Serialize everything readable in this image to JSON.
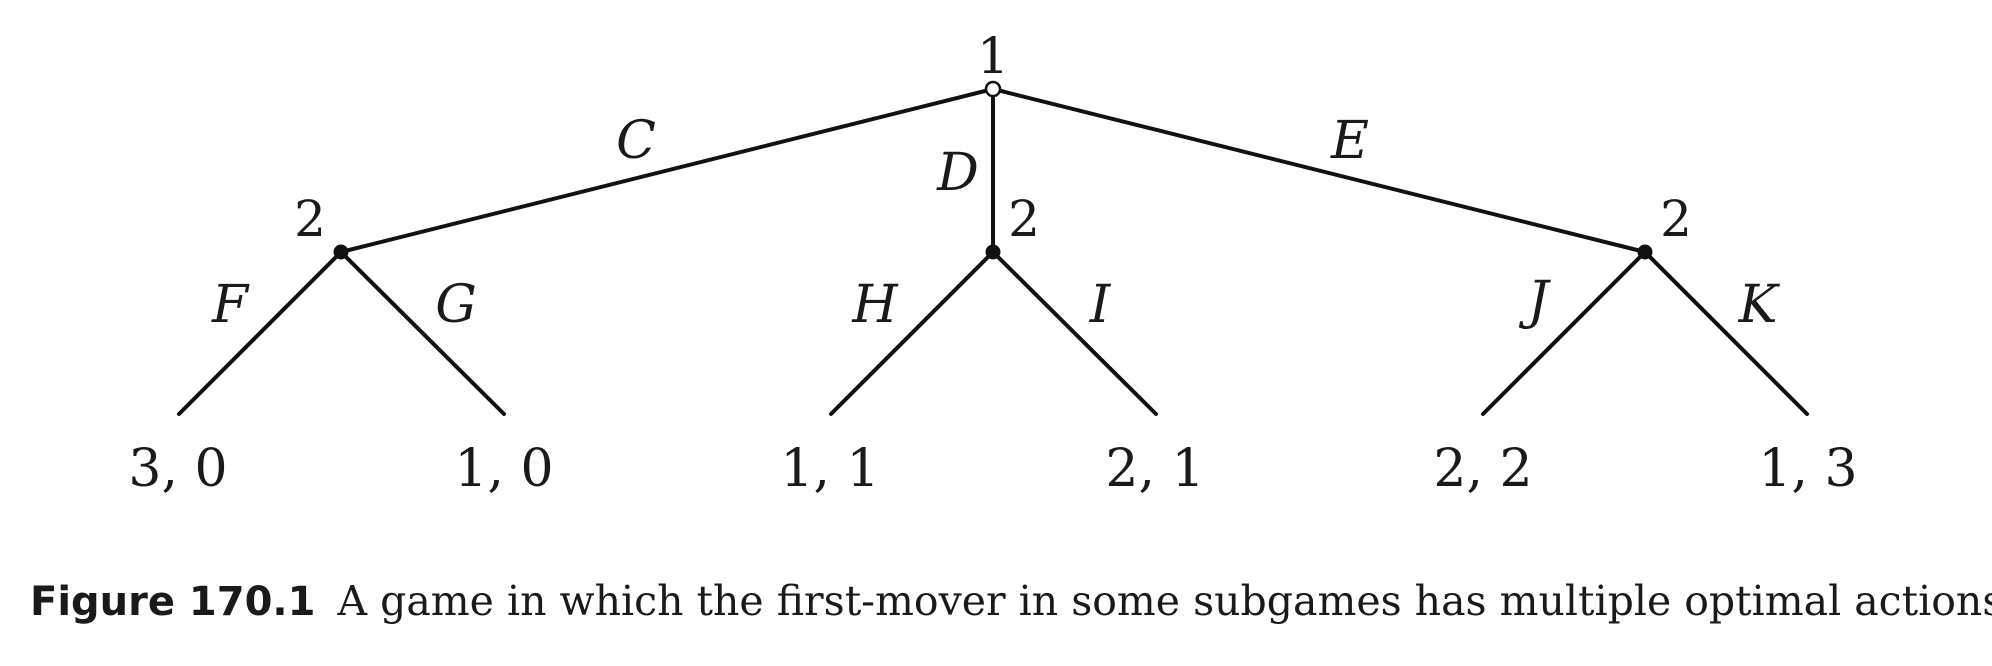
{
  "root": {
    "player": "1"
  },
  "moves": [
    {
      "action": "C",
      "player": "2",
      "branches": [
        {
          "action": "F",
          "payoff": "3, 0"
        },
        {
          "action": "G",
          "payoff": "1, 0"
        }
      ]
    },
    {
      "action": "D",
      "player": "2",
      "branches": [
        {
          "action": "H",
          "payoff": "1, 1"
        },
        {
          "action": "I",
          "payoff": "2, 1"
        }
      ]
    },
    {
      "action": "E",
      "player": "2",
      "branches": [
        {
          "action": "J",
          "payoff": "2, 2"
        },
        {
          "action": "K",
          "payoff": "1, 3"
        }
      ]
    }
  ],
  "caption": {
    "number": "Figure 170.1",
    "text": "A game in which the first-mover in some subgames has multiple optimal actions."
  }
}
